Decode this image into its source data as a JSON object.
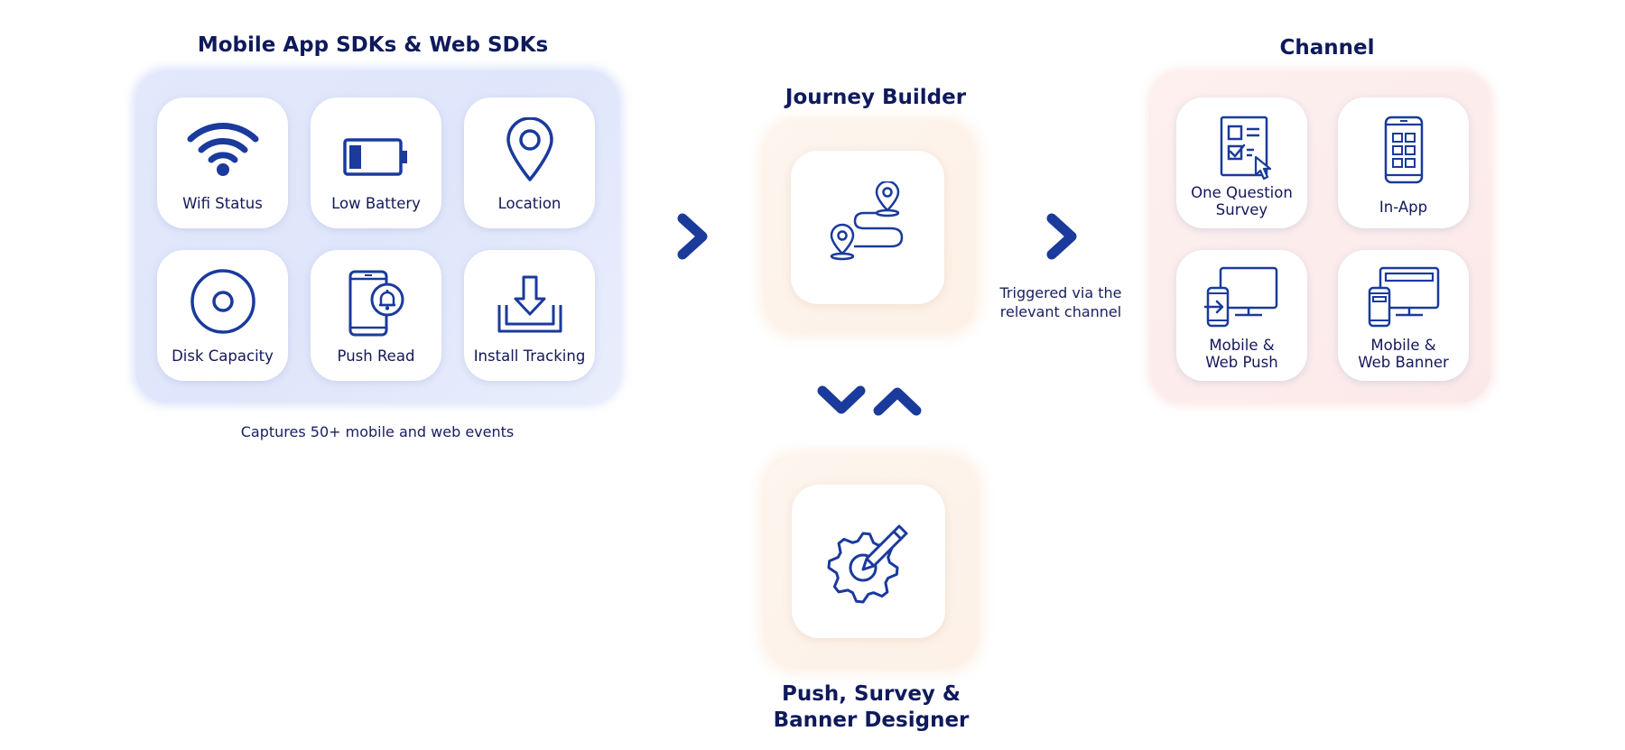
{
  "sdk": {
    "title": "Mobile App SDKs & Web SDKs",
    "caption": "Captures 50+ mobile and web events",
    "tiles": [
      {
        "label": "Wifi Status",
        "icon": "wifi-icon"
      },
      {
        "label": "Low Battery",
        "icon": "battery-low-icon"
      },
      {
        "label": "Location",
        "icon": "location-pin-icon"
      },
      {
        "label": "Disk Capacity",
        "icon": "disk-icon"
      },
      {
        "label": "Push Read",
        "icon": "phone-bell-icon"
      },
      {
        "label": "Install Tracking",
        "icon": "download-tray-icon"
      }
    ]
  },
  "journey": {
    "title": "Journey Builder",
    "icon": "route-pins-icon"
  },
  "trigger": {
    "line1": "Triggered via the",
    "line2": "relevant channel"
  },
  "designer": {
    "title_line1": "Push, Survey &",
    "title_line2": "Banner Designer",
    "icon": "gear-pencil-icon"
  },
  "channel": {
    "title": "Channel",
    "tiles": [
      {
        "line1": "One Question",
        "line2": "Survey",
        "icon": "survey-form-icon"
      },
      {
        "line1": "In-App",
        "line2": "",
        "icon": "phone-grid-icon"
      },
      {
        "line1": "Mobile &",
        "line2": "Web Push",
        "icon": "devices-push-icon"
      },
      {
        "line1": "Mobile &",
        "line2": "Web Banner",
        "icon": "devices-banner-icon"
      }
    ]
  },
  "colors": {
    "accent": "#1a3a9c",
    "text": "#0f1a5c",
    "sdk_panel": "#e1e8fb",
    "channel_panel": "#fbebea",
    "journey_panel": "#fdf3eb"
  }
}
